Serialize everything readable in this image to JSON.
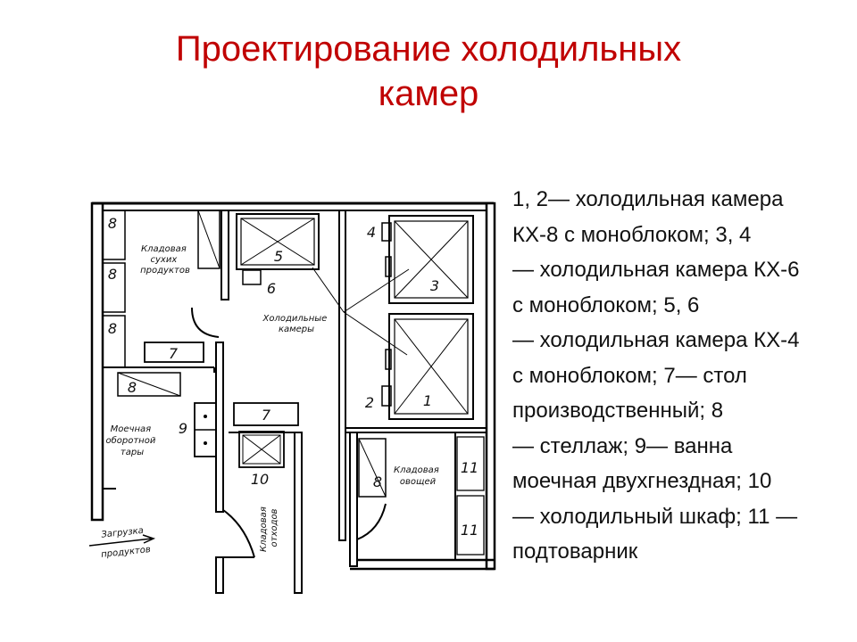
{
  "title": {
    "line1": "Проектирование холодильных",
    "line2": "камер"
  },
  "legend": [
    "1, 2— холодильная камера",
    "КХ-8 с моноблоком; 3, 4",
    "— холодильная камера КХ-6",
    "с моноблоком; 5, 6",
    "— холодильная камера КХ-4",
    "с моноблоком; 7— стол",
    "производственный; 8",
    "— стеллаж; 9— ванна",
    "моечная двухгнездная; 10",
    "— холодильный шкаф; 11 —",
    "подтоварник"
  ],
  "plan": {
    "rooms": {
      "dry_storage": [
        "Кладовая",
        "сухих",
        "продуктов"
      ],
      "cold_chambers": [
        "Холодильные",
        "камеры"
      ],
      "washroom": [
        "Моечная",
        "оборотной",
        "тары"
      ],
      "veg_storage": [
        "Кладовая",
        "овощей"
      ],
      "waste_storage": [
        "Кладовая",
        "отходов"
      ],
      "loading": [
        "Загрузка",
        "продуктов"
      ]
    },
    "numbers": {
      "n1": "1",
      "n2": "2",
      "n3": "3",
      "n4": "4",
      "n5": "5",
      "n6": "6",
      "n7a": "7",
      "n7b": "7",
      "n8a": "8",
      "n8b": "8",
      "n8c": "8",
      "n8d": "8",
      "n8e": "8",
      "n9": "9",
      "n10": "10",
      "n11a": "11",
      "n11b": "11"
    }
  }
}
